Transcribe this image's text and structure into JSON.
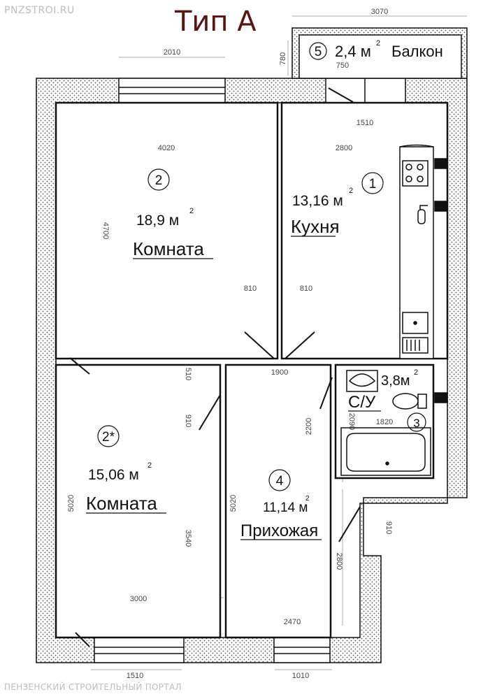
{
  "watermark_top": "PNZSTROI.RU",
  "watermark_bottom": "ПЕНЗЕНСКИЙ СТРОИТЕЛЬНЫЙ ПОРТАЛ",
  "title": "Тип А",
  "balcony": {
    "number": "5",
    "area": "2,4 м",
    "name": "Балкон"
  },
  "rooms": {
    "room1": {
      "number": "1",
      "area": "13,16 м",
      "name": "Кухня"
    },
    "room2": {
      "number": "2",
      "area": "18,9 м",
      "name": "Комната"
    },
    "room2s": {
      "number": "2*",
      "area": "15,06 м",
      "name": "Комната"
    },
    "room3": {
      "number": "3",
      "area": "3,8м",
      "name": "С/У"
    },
    "room4": {
      "number": "4",
      "area": "11,14 м",
      "name": "Прихожая"
    }
  },
  "superscript": "2",
  "dimensions": {
    "d3070": "3070",
    "d780": "780",
    "d750": "750",
    "d2010": "2010",
    "d1510a": "1510",
    "d4020": "4020",
    "d2800a": "2800",
    "d4700": "4700",
    "d810a": "810",
    "d810b": "810",
    "d1900": "1900",
    "d510": "510",
    "d910a": "910",
    "d2200": "2200",
    "d2090": "2090",
    "d1820": "1820",
    "d5020a": "5020",
    "d5020b": "5020",
    "d3540": "3540",
    "d910b": "910",
    "d2800b": "2800",
    "d3000": "3000",
    "d2470": "2470",
    "d1510b": "1510",
    "d1010": "1010"
  }
}
